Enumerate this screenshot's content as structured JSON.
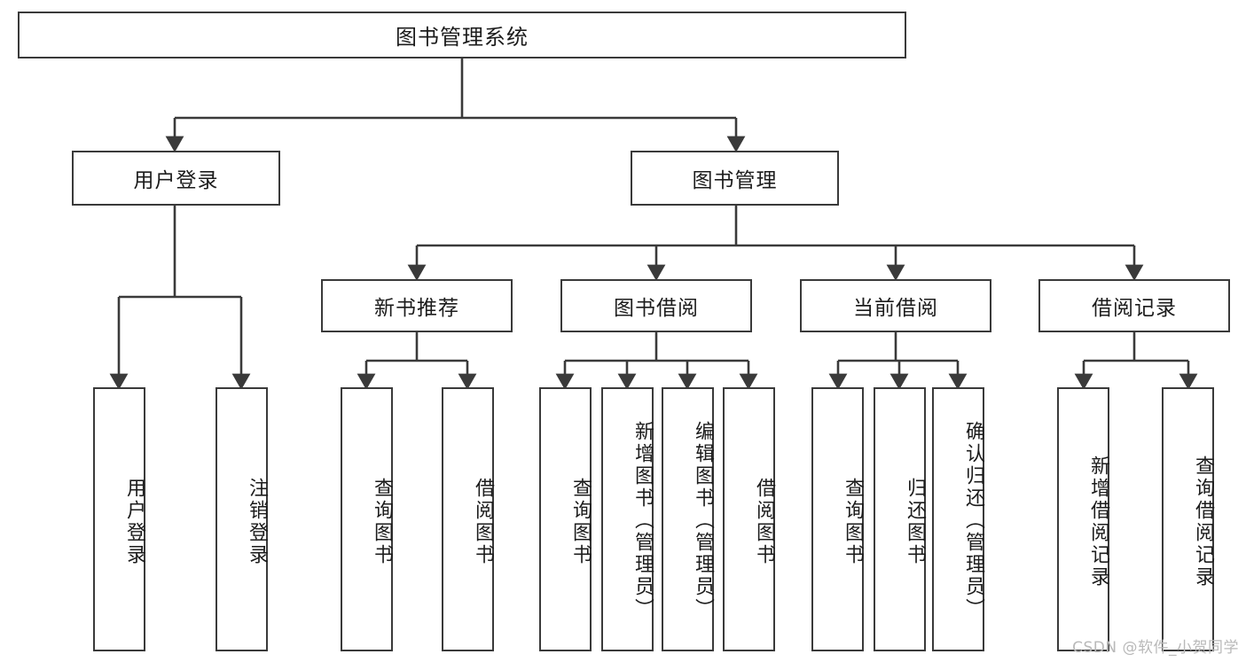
{
  "diagram": {
    "type": "tree-hierarchy",
    "root": {
      "label": "图书管理系统"
    },
    "level2": [
      {
        "label": "用户登录"
      },
      {
        "label": "图书管理"
      }
    ],
    "level3": [
      {
        "label": "新书推荐"
      },
      {
        "label": "图书借阅"
      },
      {
        "label": "当前借阅"
      },
      {
        "label": "借阅记录"
      }
    ],
    "leaves": {
      "user_login": [
        {
          "label": "用户登录"
        },
        {
          "label": "注销登录"
        }
      ],
      "new_book_recommend": [
        {
          "label": "查询图书"
        },
        {
          "label": "借阅图书"
        }
      ],
      "book_borrow": [
        {
          "label": "查询图书"
        },
        {
          "label": "新增图书（管理员）"
        },
        {
          "label": "编辑图书（管理员）"
        },
        {
          "label": "借阅图书"
        }
      ],
      "current_borrow": [
        {
          "label": "查询图书"
        },
        {
          "label": "归还图书"
        },
        {
          "label": "确认归还（管理员）"
        }
      ],
      "borrow_records": [
        {
          "label": "新增借阅记录"
        },
        {
          "label": "查询借阅记录"
        }
      ]
    }
  },
  "watermark": {
    "text": "CSDN @软件_小贺同学"
  },
  "colors": {
    "box_border": "#3a3a3a",
    "box_fill": "#ffffff",
    "line": "#3a3a3a",
    "text": "#1c1c1c",
    "watermark": "#b9b9b9"
  }
}
